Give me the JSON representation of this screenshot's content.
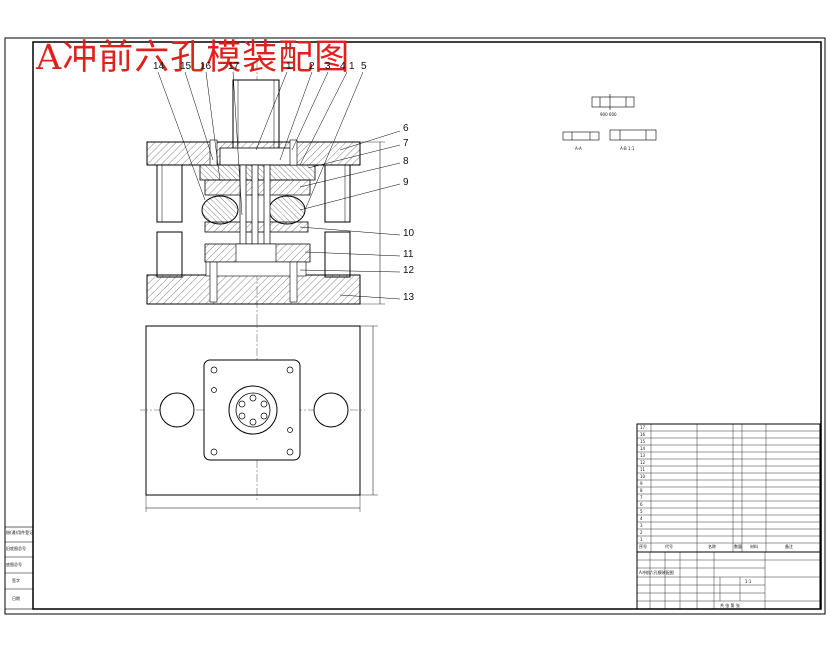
{
  "title": "A冲前六孔模装配图",
  "part_numbers": [
    "14",
    "15",
    "16",
    "17",
    "1",
    "2",
    "3",
    "4",
    "1",
    "5",
    "6",
    "7",
    "8",
    "9",
    "10",
    "11",
    "12",
    "13"
  ],
  "detail_notes": [
    "900  600",
    "A-A",
    "A-B  1:1"
  ],
  "bom": {
    "header": [
      "序号",
      "代号",
      "名称",
      "数量",
      "材料",
      "备注"
    ],
    "rows": [
      "17",
      "16",
      "15",
      "14",
      "13",
      "12",
      "11",
      "10",
      "9",
      "8",
      "7",
      "6",
      "5",
      "4",
      "3",
      "2",
      "1"
    ]
  },
  "title_block": {
    "drawing_title": "A冲前六孔模装配图",
    "scale": "1:1",
    "sheet": "共 张 第 张"
  },
  "left_block": [
    "借(通)用件登记",
    "旧底图总号",
    "底图总号",
    "签字",
    "日期"
  ]
}
